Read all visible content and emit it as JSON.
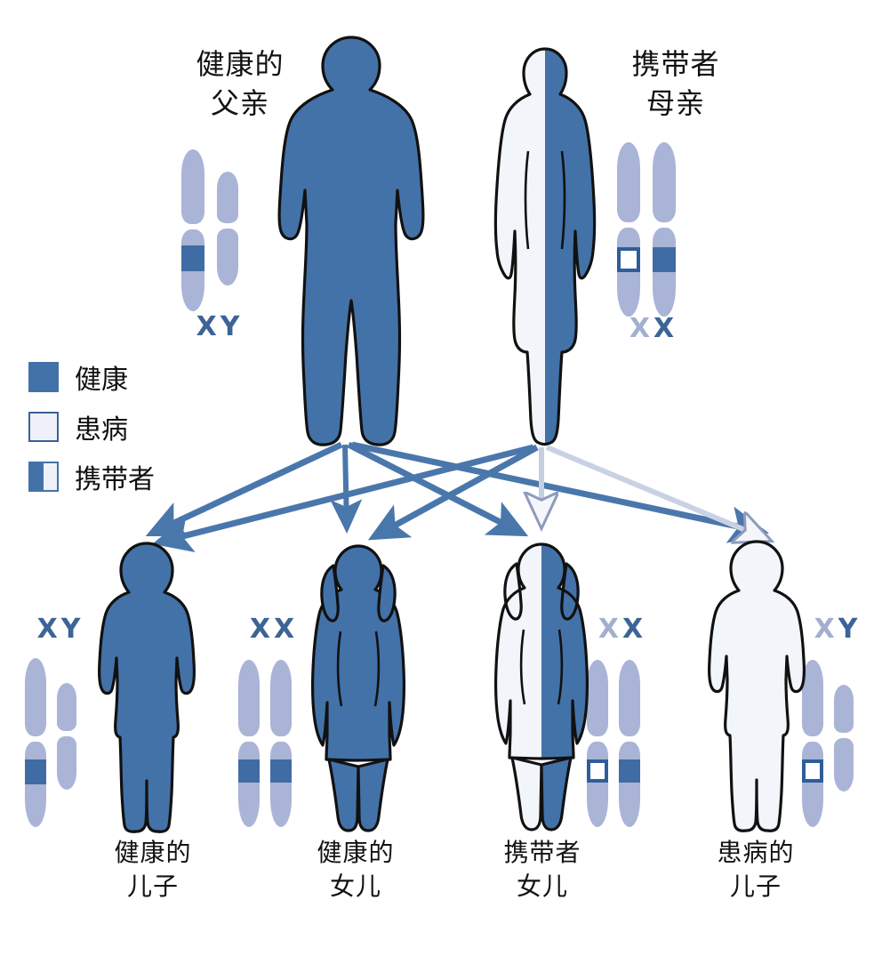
{
  "diagram": {
    "title_hidden": "",
    "colors": {
      "figure_blue": "#4372a8",
      "figure_white": "#f2f5fa",
      "outline": "#111111",
      "chromosome_light": "#aab4d6",
      "chromosome_band": "#3f6ca4",
      "hollow_band_border": "#2f5d99",
      "arrow_blue": "#4a77ab",
      "arrow_white_fill": "#f4f6fb",
      "label_dark_blue": "#3c6496",
      "label_light_blue": "#a4afcf"
    }
  },
  "legend": {
    "items": [
      {
        "label": "健康",
        "swatch": "healthy"
      },
      {
        "label": "患病",
        "swatch": "affected"
      },
      {
        "label": "携带者",
        "swatch": "carrier"
      }
    ]
  },
  "parents": [
    {
      "id": "father",
      "caption": "健康的\n父亲",
      "status": "healthy",
      "karyotype": "XY",
      "chromosome_labels": [
        {
          "text": "X",
          "tone": "dark"
        },
        {
          "text": "Y",
          "tone": "dark"
        }
      ],
      "chromosomes": [
        {
          "type": "X",
          "band": "solid"
        },
        {
          "type": "Y",
          "band": "none"
        }
      ]
    },
    {
      "id": "mother",
      "caption": "携带者\n母亲",
      "status": "carrier",
      "karyotype": "XX",
      "chromosome_labels": [
        {
          "text": "X",
          "tone": "light"
        },
        {
          "text": "X",
          "tone": "dark"
        }
      ],
      "chromosomes": [
        {
          "type": "X",
          "band": "hollow"
        },
        {
          "type": "X",
          "band": "solid"
        }
      ]
    }
  ],
  "children": [
    {
      "id": "child-1",
      "caption": "健康的\n儿子",
      "status": "healthy",
      "sex": "son",
      "karyotype": "XY",
      "chromosome_labels": [
        {
          "text": "X",
          "tone": "dark"
        },
        {
          "text": "Y",
          "tone": "dark"
        }
      ],
      "chromosomes": [
        {
          "type": "X",
          "band": "solid"
        },
        {
          "type": "Y",
          "band": "none"
        }
      ],
      "chromosome_side": "left"
    },
    {
      "id": "child-2",
      "caption": "健康的\n女儿",
      "status": "healthy",
      "sex": "daughter",
      "karyotype": "XX",
      "chromosome_labels": [
        {
          "text": "X",
          "tone": "dark"
        },
        {
          "text": "X",
          "tone": "dark"
        }
      ],
      "chromosomes": [
        {
          "type": "X",
          "band": "solid"
        },
        {
          "type": "X",
          "band": "solid"
        }
      ],
      "chromosome_side": "left"
    },
    {
      "id": "child-3",
      "caption": "携带者\n女儿",
      "status": "carrier",
      "sex": "daughter",
      "karyotype": "XX",
      "chromosome_labels": [
        {
          "text": "X",
          "tone": "light"
        },
        {
          "text": "X",
          "tone": "dark"
        }
      ],
      "chromosomes": [
        {
          "type": "X",
          "band": "hollow"
        },
        {
          "type": "X",
          "band": "solid"
        }
      ],
      "chromosome_side": "right"
    },
    {
      "id": "child-4",
      "caption": "患病的\n儿子",
      "status": "affected",
      "sex": "son",
      "karyotype": "XY",
      "chromosome_labels": [
        {
          "text": "X",
          "tone": "light"
        },
        {
          "text": "Y",
          "tone": "dark"
        }
      ],
      "chromosomes": [
        {
          "type": "X",
          "band": "hollow"
        },
        {
          "type": "Y",
          "band": "none"
        }
      ],
      "chromosome_side": "right"
    }
  ],
  "arrows": [
    {
      "from": "father",
      "to": "child-1",
      "style": "blue"
    },
    {
      "from": "father",
      "to": "child-2",
      "style": "blue"
    },
    {
      "from": "father",
      "to": "child-3",
      "style": "blue"
    },
    {
      "from": "father",
      "to": "child-4",
      "style": "blue"
    },
    {
      "from": "mother",
      "to": "child-1",
      "style": "blue"
    },
    {
      "from": "mother",
      "to": "child-2",
      "style": "blue"
    },
    {
      "from": "mother",
      "to": "child-3",
      "style": "white"
    },
    {
      "from": "mother",
      "to": "child-4",
      "style": "white"
    }
  ]
}
